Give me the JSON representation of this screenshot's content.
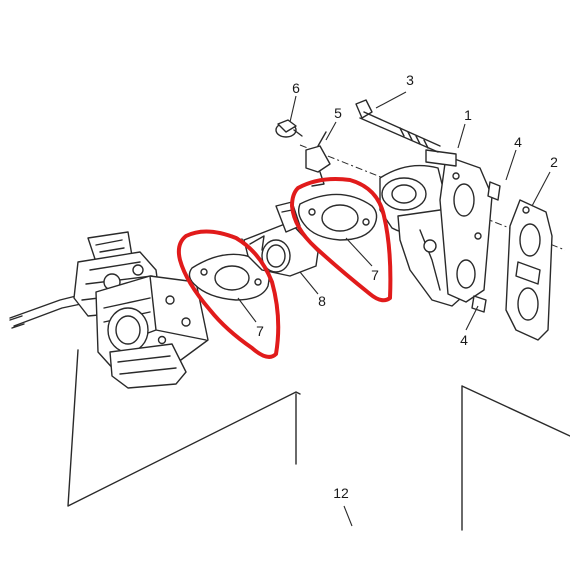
{
  "callouts": {
    "p1": "1",
    "p2": "2",
    "p3": "3",
    "p4a": "4",
    "p4b": "4",
    "p5": "5",
    "p6": "6",
    "p7a": "7",
    "p7b": "7",
    "p8": "8",
    "p12": "12"
  },
  "colors": {
    "highlight": "#e11b1b",
    "line": "#2a2a2a"
  }
}
